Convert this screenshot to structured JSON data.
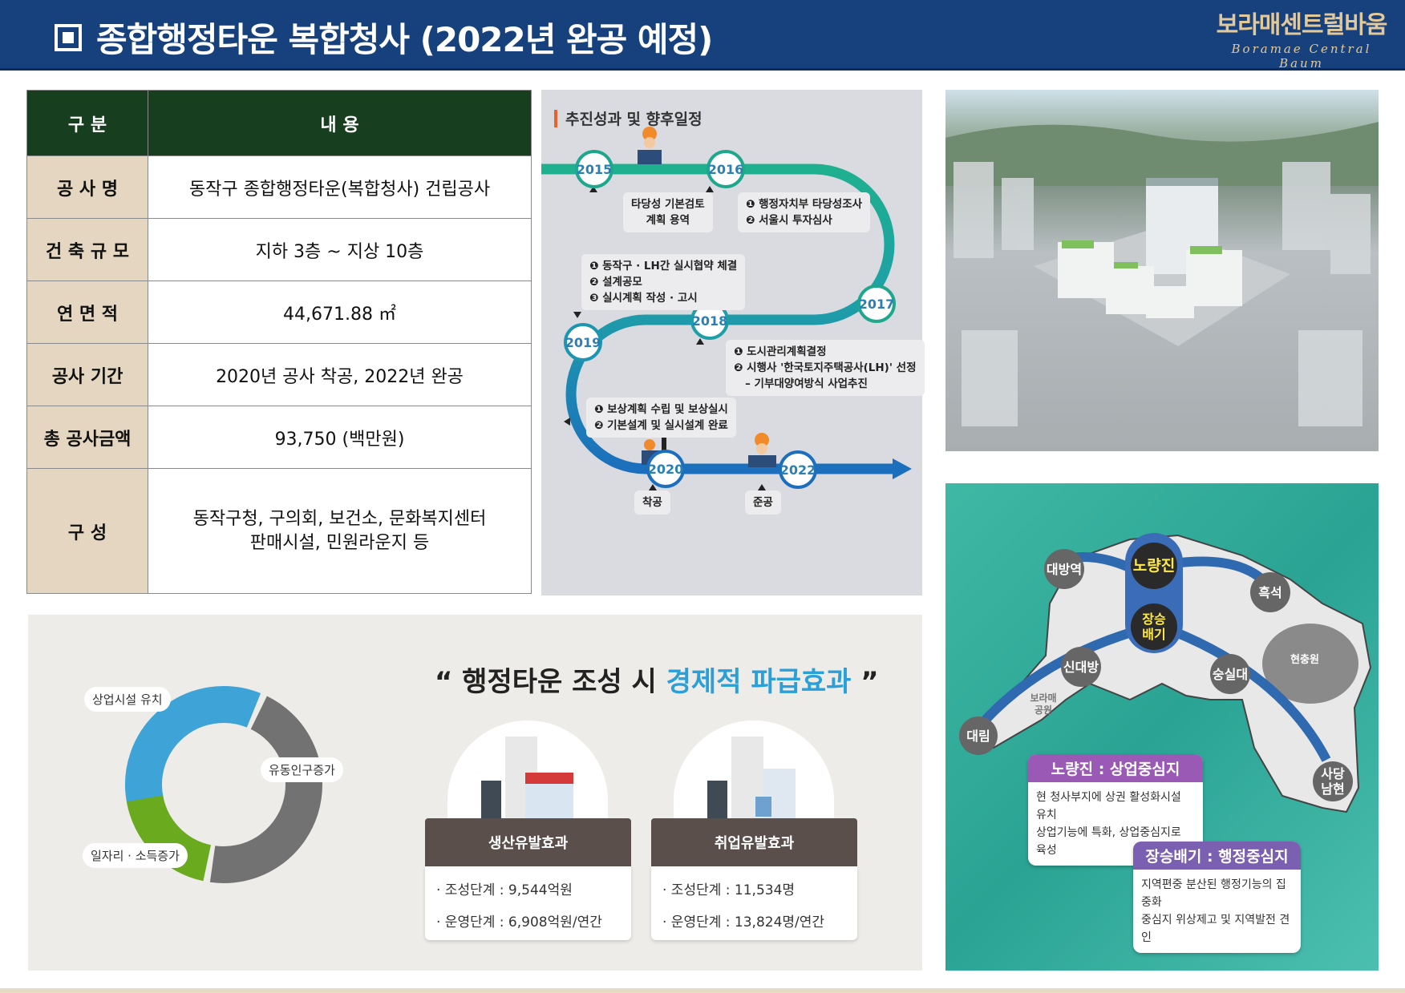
{
  "header": {
    "title": "종합행정타운 복합청사 (2022년 완공 예정)",
    "logo_ko": "보라매센트럴바움",
    "logo_en": "Boramae Central Baum"
  },
  "table": {
    "headers": [
      "구 분",
      "내 용"
    ],
    "rows": [
      {
        "k": "공 사 명",
        "v": "동작구 종합행정타운(복합청사) 건립공사"
      },
      {
        "k": "건 축 규 모",
        "v": "지하 3층 ~ 지상 10층"
      },
      {
        "k": "연 면 적",
        "v": "44,671.88 ㎡"
      },
      {
        "k": "공사 기간",
        "v": "2020년 공사 착공, 2022년 완공"
      },
      {
        "k": "총 공사금액",
        "v": "93,750 (백만원)"
      },
      {
        "k": "구 성",
        "v": "동작구청, 구의회, 보건소, 문화복지센터",
        "v2": "판매시설, 민원라운지 등"
      }
    ]
  },
  "timeline": {
    "title": "추진성과 및 향후일정",
    "years": [
      "2015",
      "2016",
      "2017",
      "2018",
      "2019",
      "2020",
      "2022"
    ],
    "notes": {
      "n2015": [
        "타당성 기본검토",
        "계획 용역"
      ],
      "n2016": [
        "❶ 행정자치부 타당성조사",
        "❷ 서울시 투자심사"
      ],
      "n2018a": [
        "❶ 동작구 · LH간 실시협약 체결",
        "❷ 설계공모",
        "❸ 실시계획 작성 · 고시"
      ],
      "n2017": [
        "❶ 도시관리계획결정",
        "❷ 시행사 '한국토지주택공사(LH)' 선정",
        "   – 기부대양여방식 사업추진"
      ],
      "n2019": [
        "❶ 보상계획 수립 및 보상실시",
        "❷ 기본설계 및 실시설계 완료"
      ],
      "start": "착공",
      "finish": "준공"
    }
  },
  "map": {
    "center1": "노량진",
    "center2": "장승\n배기",
    "places": [
      "대방역",
      "흑석",
      "현충원",
      "신대방",
      "숭실대",
      "보라매\n공원",
      "대림",
      "사당\n남현"
    ],
    "box1": {
      "title": "노량진 : 상업중심지",
      "lines": [
        "현 청사부지에 상권 활성화시설 유치",
        "상업기능에 특화, 상업중심지로 육성"
      ]
    },
    "box2": {
      "title": "장승배기 : 행정중심지",
      "lines": [
        "지역편중 분산된 행정기능의 집중화",
        "중심지 위상제고 및 지역발전 견인"
      ]
    }
  },
  "econ": {
    "title_prefix": "“ 행정타운 조성 시 ",
    "title_highlight": "경제적 파급효과",
    "title_suffix": " ”",
    "cycle": [
      "상업시설 유치",
      "유동인구증가",
      "일자리 · 소득증가"
    ],
    "cycle_colors": [
      "#3ea3d6",
      "#727272",
      "#6aaa1e"
    ],
    "cards": [
      {
        "title": "생산유발효과",
        "lines": [
          "· 조성단계 : 9,544억원",
          "· 운영단계 : 6,908억원/연간"
        ]
      },
      {
        "title": "취업유발효과",
        "lines": [
          "· 조성단계 : 11,534명",
          "· 운영단계 : 13,824명/연간"
        ]
      }
    ]
  }
}
